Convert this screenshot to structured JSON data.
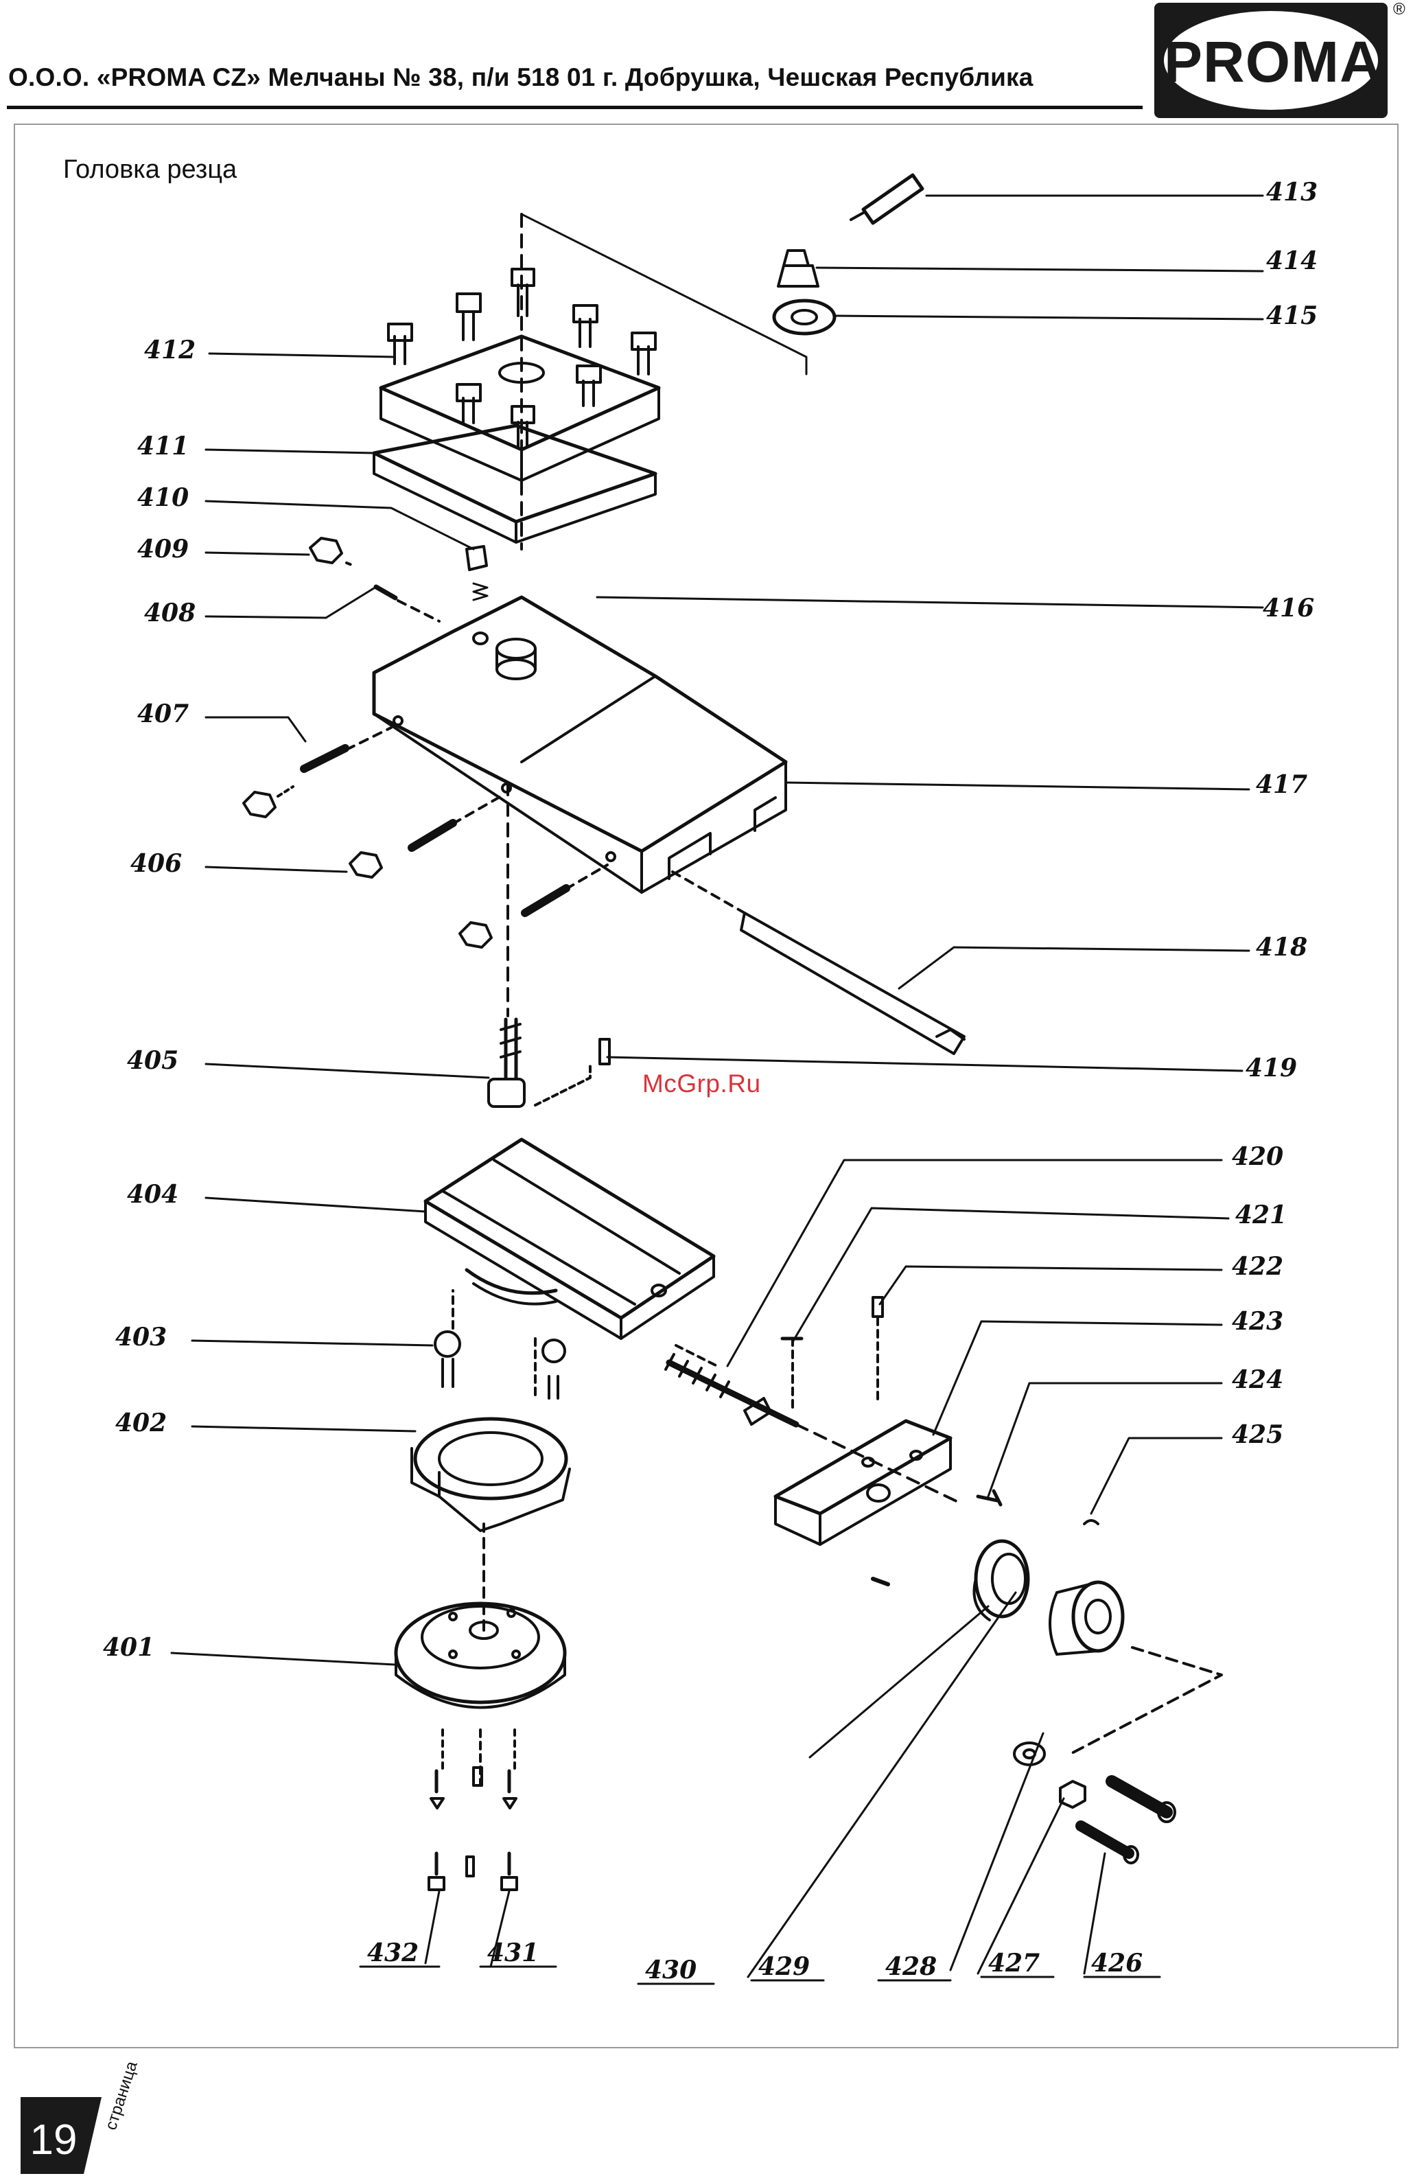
{
  "header": {
    "company_line": "О.О.О. «PROMA CZ» Мелчаны № 38, п/и 518 01 г. Добрушка, Чешская Республика",
    "logo_text": "PROMA",
    "registered_mark": "®"
  },
  "section": {
    "title": "Головка резца"
  },
  "watermark": "McGrp.Ru",
  "part_numbers": [
    "401",
    "402",
    "403",
    "404",
    "405",
    "406",
    "407",
    "408",
    "409",
    "410",
    "411",
    "412",
    "413",
    "414",
    "415",
    "416",
    "417",
    "418",
    "419",
    "420",
    "421",
    "422",
    "423",
    "424",
    "425",
    "426",
    "427",
    "428",
    "429",
    "430",
    "431",
    "432"
  ],
  "footer": {
    "page_number": "19",
    "page_word": "страница"
  }
}
